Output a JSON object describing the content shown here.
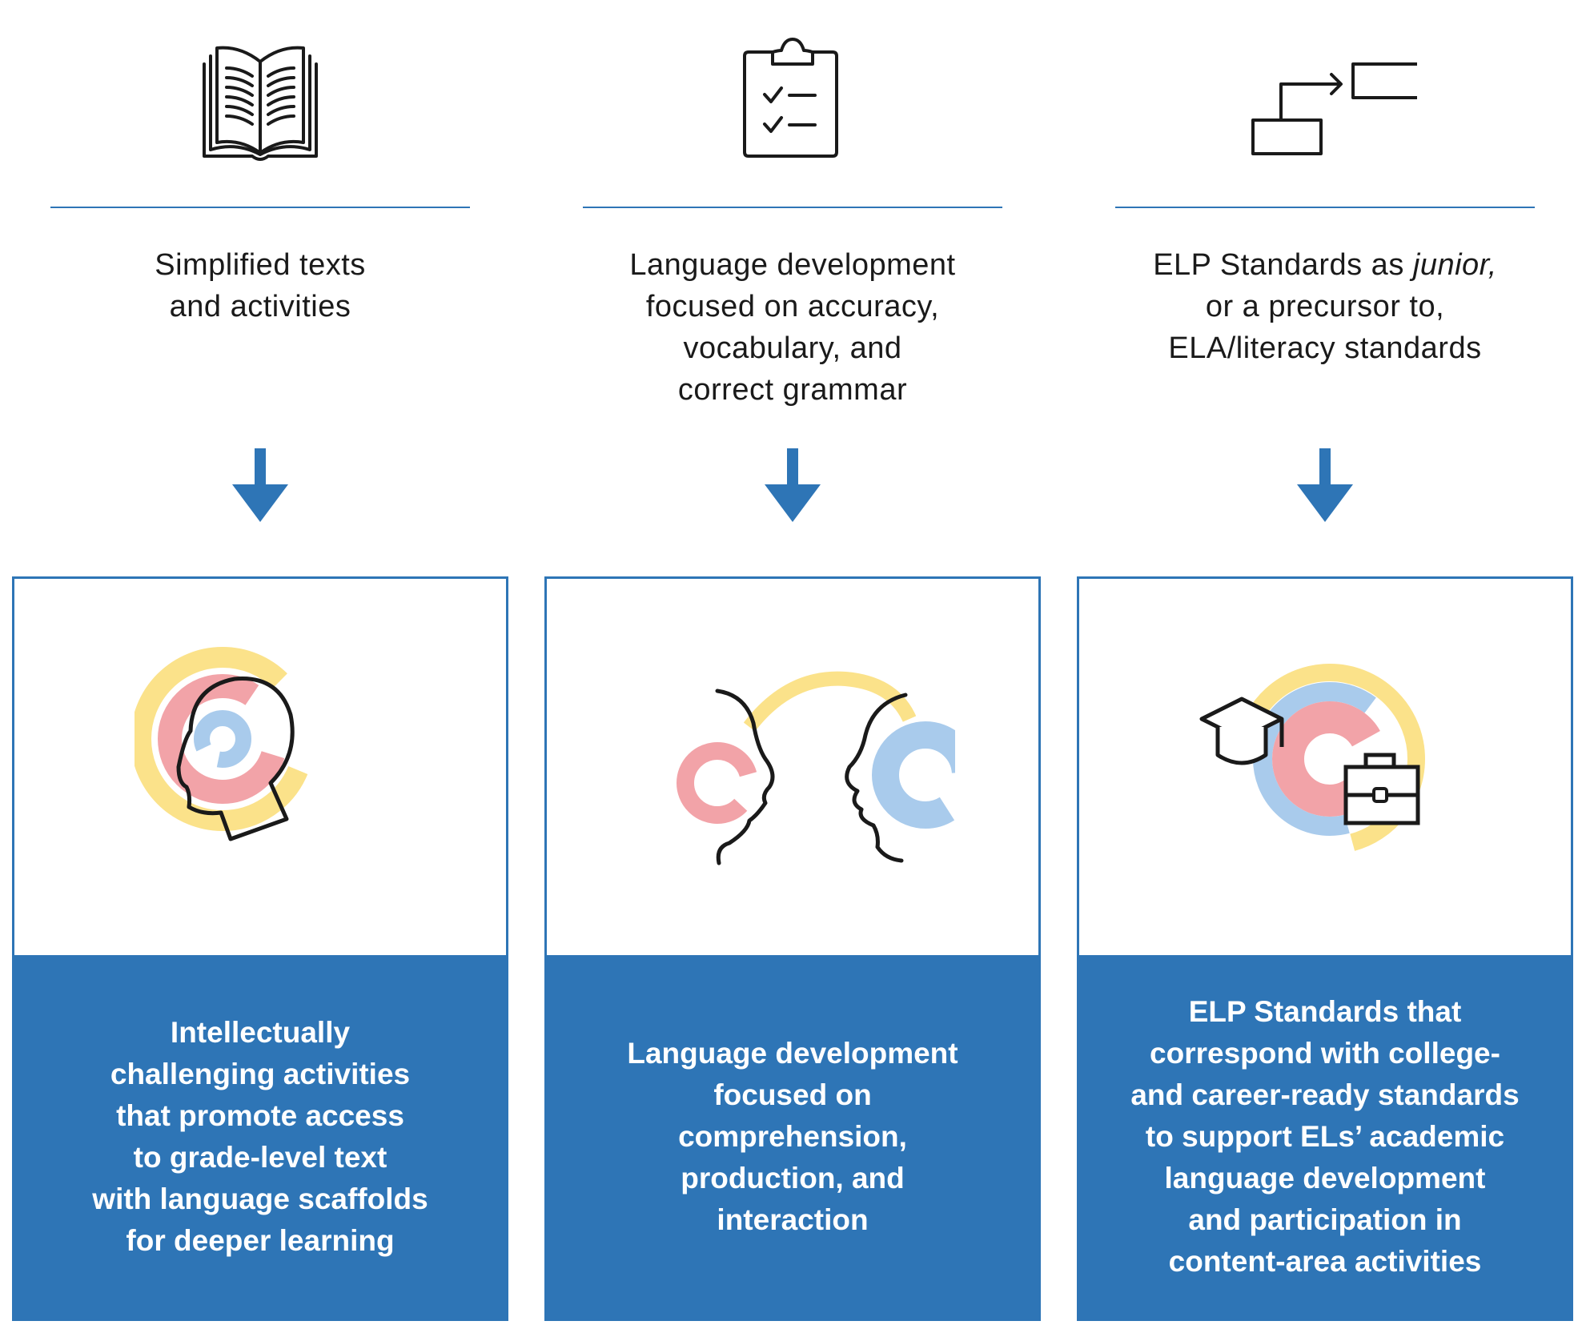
{
  "colors": {
    "accent": "#2e75b6",
    "icon_stroke": "#1a1a1a",
    "yellow": "#fbe28a",
    "pink": "#f2a3a8",
    "blue_light": "#a9cbec"
  },
  "columns": [
    {
      "top_icon": "open-book-icon",
      "top_lines": [
        "Simplified texts",
        "and activities"
      ],
      "card_icon": "head-target-icon",
      "card_lines": [
        "Intellectually",
        "challenging activities",
        "that promote access",
        "to grade-level text",
        "with language scaffolds",
        "for deeper learning"
      ]
    },
    {
      "top_icon": "clipboard-checklist-icon",
      "top_lines": [
        "Language development",
        "focused on accuracy,",
        "vocabulary, and",
        "correct grammar"
      ],
      "card_icon": "two-faces-dialogue-icon",
      "card_lines": [
        "Language development",
        "focused on",
        "comprehension,",
        "production, and",
        "interaction"
      ]
    },
    {
      "top_icon": "flow-boxes-arrow-icon",
      "top_lines_rich": {
        "line1_pre": "ELP Standards as ",
        "line1_em": "junior,",
        "line2": "or a precursor to,",
        "line3": "ELA/literacy standards"
      },
      "card_icon": "graduation-cap-briefcase-icon",
      "card_lines": [
        "ELP Standards that",
        "correspond with college-",
        "and career-ready standards",
        "to support ELs’ academic",
        "language development",
        "and participation in",
        "content-area activities"
      ]
    }
  ]
}
